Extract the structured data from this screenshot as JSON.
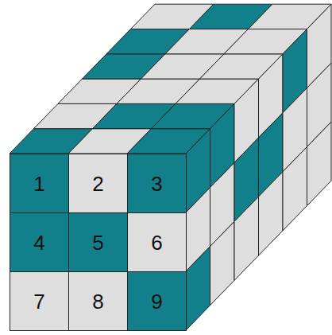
{
  "diagram": {
    "nodes": [
      {
        "text": [
          "1"
        ]
      },
      {
        "text": [
          "2"
        ]
      },
      {
        "text": [
          "3"
        ]
      },
      {
        "text": [
          "4"
        ]
      },
      {
        "text": [
          "5"
        ]
      },
      {
        "text": [
          "6"
        ]
      },
      {
        "text": [
          "7"
        ]
      },
      {
        "text": [
          "8"
        ]
      },
      {
        "text": [
          "9"
        ]
      }
    ]
  }
}
